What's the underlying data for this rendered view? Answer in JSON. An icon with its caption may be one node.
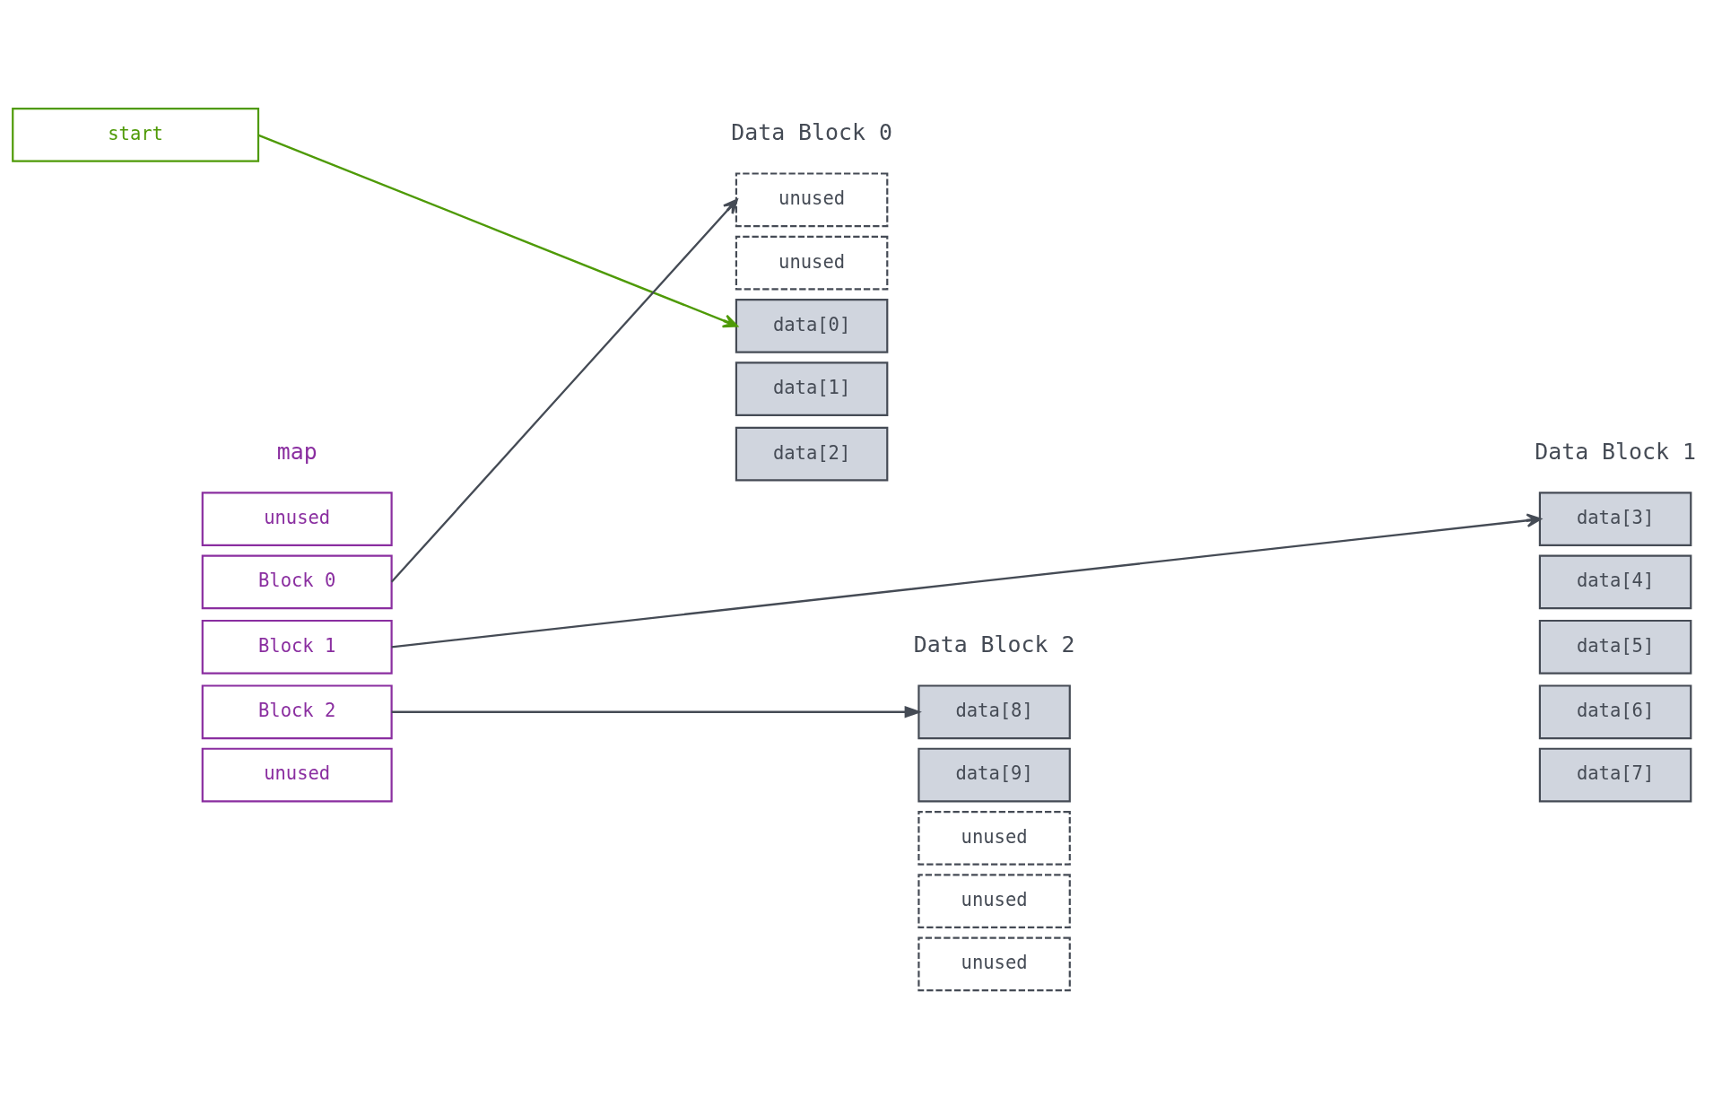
{
  "diagram": {
    "nodes": [
      {
        "text": [
          "start"
        ]
      },
      {
        "text": [
          "unused"
        ]
      },
      {
        "text": [
          "Block 0"
        ]
      },
      {
        "text": [
          "Block 1"
        ]
      },
      {
        "text": [
          "Block 2"
        ]
      },
      {
        "text": [
          "unused"
        ]
      },
      {
        "text": [
          "unused"
        ]
      },
      {
        "text": [
          "unused"
        ]
      },
      {
        "text": [
          "data[0]"
        ]
      },
      {
        "text": [
          "data[1]"
        ]
      },
      {
        "text": [
          "data[2]"
        ]
      },
      {
        "text": [
          "data[3]"
        ]
      },
      {
        "text": [
          "data[4]"
        ]
      },
      {
        "text": [
          "data[5]"
        ]
      },
      {
        "text": [
          "data[6]"
        ]
      },
      {
        "text": [
          "data[7]"
        ]
      },
      {
        "text": [
          "data[8]"
        ]
      },
      {
        "text": [
          "data[9]"
        ]
      },
      {
        "text": [
          "unused"
        ]
      },
      {
        "text": [
          "unused"
        ]
      },
      {
        "text": [
          "unused"
        ]
      }
    ],
    "edges": [
      {
        "from": 0,
        "to": 8,
        "arrow": "to",
        "color": "#4e9a06"
      },
      {
        "from": 2,
        "to": 6,
        "arrow": "to"
      },
      {
        "from": 3,
        "to": 11,
        "arrow": "to"
      },
      {
        "from": 4,
        "to": 16,
        "arrow": "to"
      }
    ],
    "labels": [
      "map",
      "Data Block 0",
      "Data Block 1",
      "Data Block 2"
    ]
  }
}
